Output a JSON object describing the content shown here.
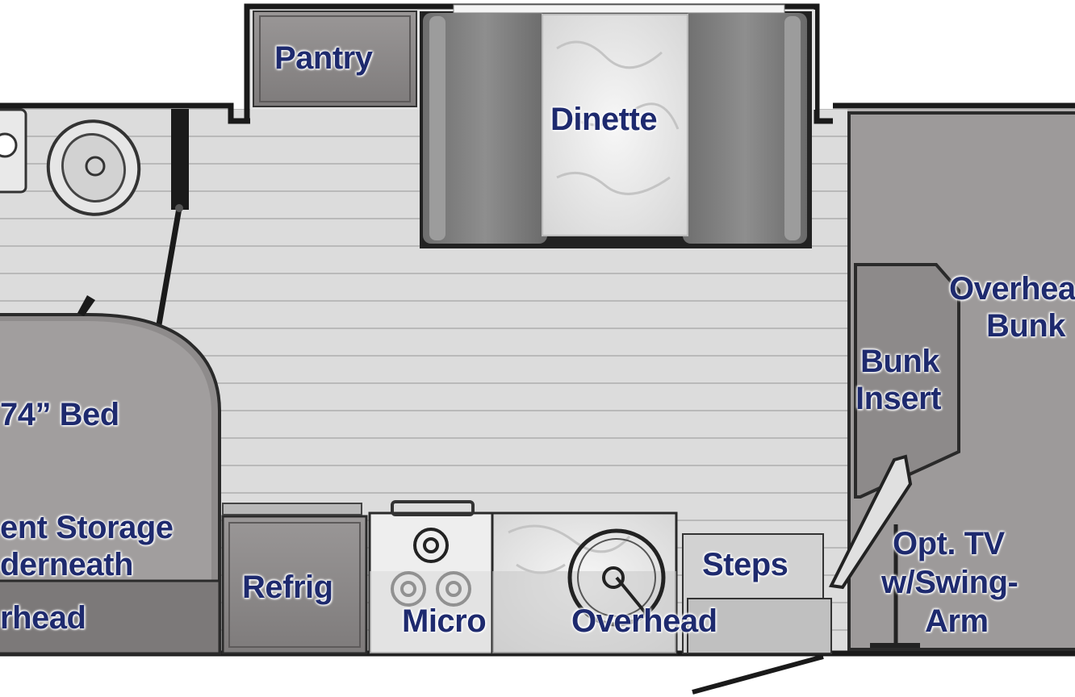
{
  "floorplan": {
    "labels": {
      "pantry": "Pantry",
      "dinette": "Dinette",
      "overhead_bunk_line1": "Overhea",
      "overhead_bunk_line2": "Bunk",
      "bunk_insert_line1": "Bunk",
      "bunk_insert_line2": "Insert",
      "bed": "74” Bed",
      "storage_line1": "ent Storage",
      "storage_line2": "derneath",
      "bed_overhead": "rhead",
      "refrig": "Refrig",
      "micro": "Micro",
      "kitchen_overhead": "Overhead",
      "steps": "Steps",
      "tv_line1": "Opt. TV",
      "tv_line2": "w/Swing-",
      "tv_line3": "Arm"
    },
    "colors": {
      "label_text": "#1e2a6e",
      "wall": "#1a1a1a",
      "floor": "#dcdcdc",
      "floor_line": "#b9b9b9",
      "cabinet": "#8a8a8a",
      "bed": "#9a9a9a",
      "counter": "#f2f2f2"
    }
  }
}
